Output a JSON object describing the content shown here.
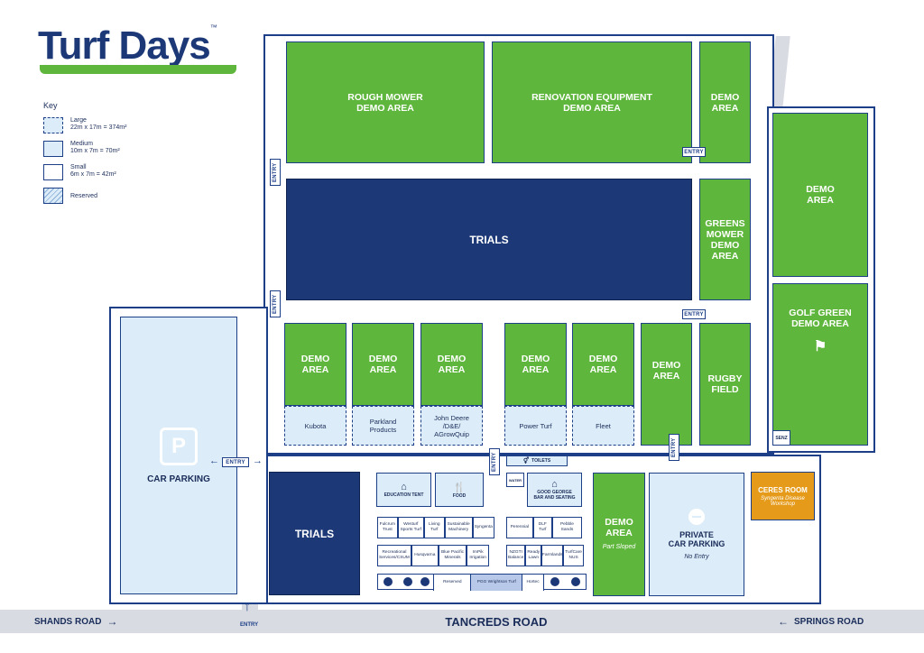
{
  "logo": {
    "text": "Turf Days",
    "tm": "™"
  },
  "key": {
    "title": "Key",
    "items": [
      {
        "label": "Large",
        "detail": "22m x 17m = 374m²"
      },
      {
        "label": "Medium",
        "detail": "10m x 7m = 70m²"
      },
      {
        "label": "Small",
        "detail": "6m x 7m = 42m²"
      },
      {
        "label": "Reserved",
        "detail": ""
      }
    ]
  },
  "zones": {
    "rough_mower": "ROUGH MOWER\nDEMO AREA",
    "renovation": "RENOVATION EQUIPMENT\nDEMO AREA",
    "demo_top_right": "DEMO\nAREA",
    "trials_top": "TRIALS",
    "greens_mower": "GREENS\nMOWER\nDEMO\nAREA",
    "demo_far_right": "DEMO\nAREA",
    "golf_green": "GOLF GREEN\nDEMO AREA",
    "rugby": "RUGBY\nFIELD",
    "demo_area": "DEMO\nAREA",
    "car_parking": "CAR PARKING",
    "parking_symbol": "P",
    "trials_bottom": "TRIALS",
    "demo_part_sloped": "DEMO\nAREA",
    "part_sloped": "Part Sloped",
    "private_parking": "PRIVATE\nCAR PARKING",
    "no_entry": "No Entry",
    "ceres_title": "CERES ROOM",
    "ceres_sub": "Syngenta Disease\nWorkshop",
    "senz": "SENZ"
  },
  "exhibitors": {
    "kubota": "Kubota",
    "parkland": "Parkland\nProducts",
    "john_deere": "John Deere\n/D&E/\nAGrowQuip",
    "power_turf": "Power Turf",
    "fleet": "Fleet"
  },
  "facilities": {
    "toilets": "TOILETS",
    "water": "WATER",
    "education_tent": "EDUCATION TENT",
    "food": "FOOD",
    "good_george": "GOOD GEORGE\nBAR AND SEATING"
  },
  "stalls_row1": [
    "Fulcrum\nTrust",
    "Westurf\nSports Turf",
    "Living\nTurf",
    "Sustainable\nMachinery",
    "Syngenta"
  ],
  "stalls_row1_right": [
    "Perennial",
    "DLF\nTurf",
    "Pebble Sands"
  ],
  "stalls_row2": [
    "Recreational\nServices/CSUM",
    "Husqvarna",
    "Blue Pacific\nMinerals",
    "ImPik\nIrrigation"
  ],
  "stalls_row2_right": [
    "NZGTI\nBalance",
    "Ready\nLawn",
    "Farmlands",
    "TurfCare\nNUS"
  ],
  "stalls_row3": [
    "Reserved",
    "PGG Wrightson Turf",
    "Hortec"
  ],
  "entries": {
    "label": "ENTRY"
  },
  "roads": {
    "shands": "SHANDS ROAD",
    "tancreds": "TANCREDS ROAD",
    "springs": "SPRINGS ROAD"
  },
  "colors": {
    "green": "#5fb63c",
    "navy": "#1c3877",
    "pale_blue": "#dcecf8",
    "orange": "#e59a1a",
    "road": "#d8dbe2"
  }
}
